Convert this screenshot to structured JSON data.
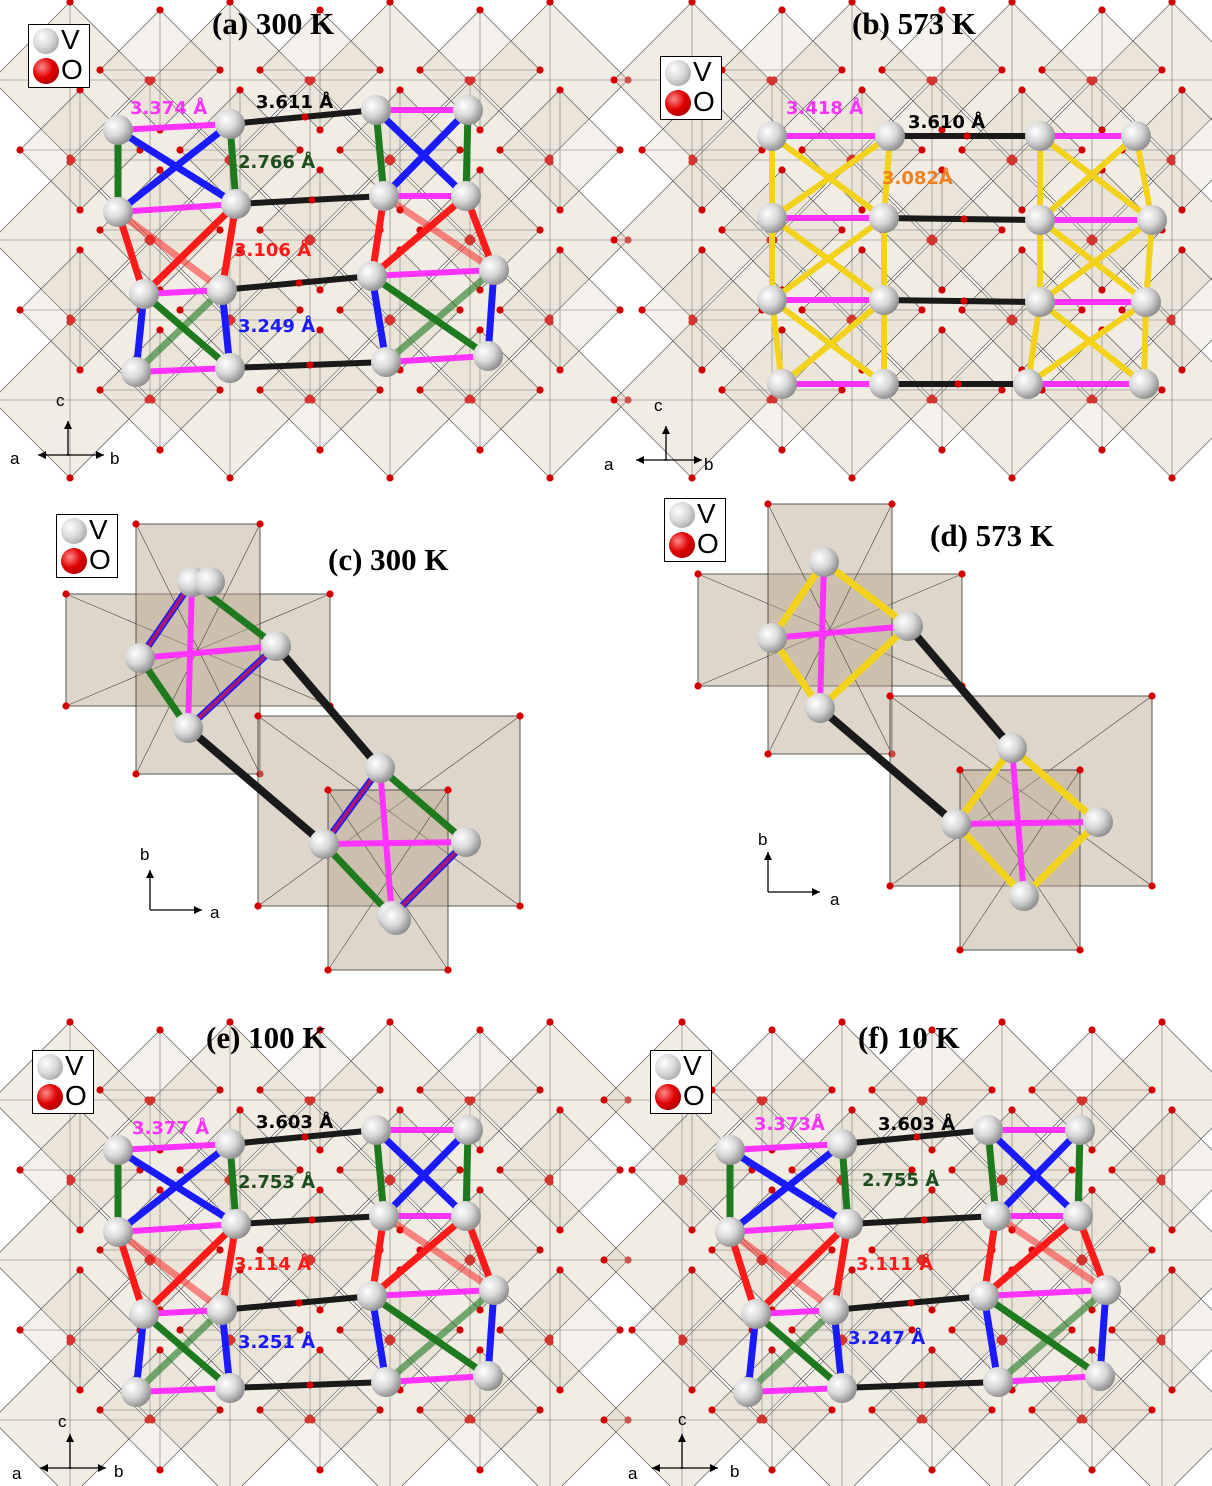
{
  "legend": {
    "v_label": "V",
    "o_label": "O"
  },
  "colors": {
    "polyhedron_fill": "#d9cdb8",
    "polyhedron_dark": "#b5a58a",
    "v_atom": "#e6e6e6",
    "o_atom": "#d40000",
    "magenta": "#ff33ff",
    "black_bond": "#1a1a1a",
    "green_bond": "#1f7a1f",
    "red_bond": "#ff1a1a",
    "blue_bond": "#1a1aff",
    "yellow_bond": "#f2d21a",
    "orange_label": "#f08020",
    "dark_green_label": "#1d4d1d"
  },
  "panels": {
    "a": {
      "title": "(a) 300 K",
      "d_mag": "3.374 Å",
      "d_black": "3.611 Å",
      "d_green": "2.766 Å",
      "d_red": "3.106 Å",
      "d_blue": "3.249 Å",
      "axis_v": "c",
      "axis_l": "a",
      "axis_r": "b"
    },
    "b": {
      "title": "(b) 573 K",
      "d_mag": "3.418 Å",
      "d_black": "3.610 Å",
      "d_yellow": "3.082Å",
      "axis_v": "c",
      "axis_l": "a",
      "axis_r": "b"
    },
    "c": {
      "title": "(c) 300 K",
      "axis_v": "b",
      "axis_h": "a"
    },
    "d": {
      "title": "(d) 573 K",
      "axis_v": "b",
      "axis_h": "a"
    },
    "e": {
      "title": "(e) 100 K",
      "d_mag": "3.377 Å",
      "d_black": "3.603 Å",
      "d_green": "2.753 Å",
      "d_red": "3.114 Å",
      "d_blue": "3.251 Å",
      "axis_v": "c",
      "axis_l": "a",
      "axis_r": "b"
    },
    "f": {
      "title": "(f) 10 K",
      "d_mag": "3.373Å",
      "d_black": "3.603 Å",
      "d_green": "2.755 Å",
      "d_red": "3.111 Å",
      "d_blue": "3.247 Å",
      "axis_v": "c",
      "axis_l": "a",
      "axis_r": "b"
    }
  }
}
